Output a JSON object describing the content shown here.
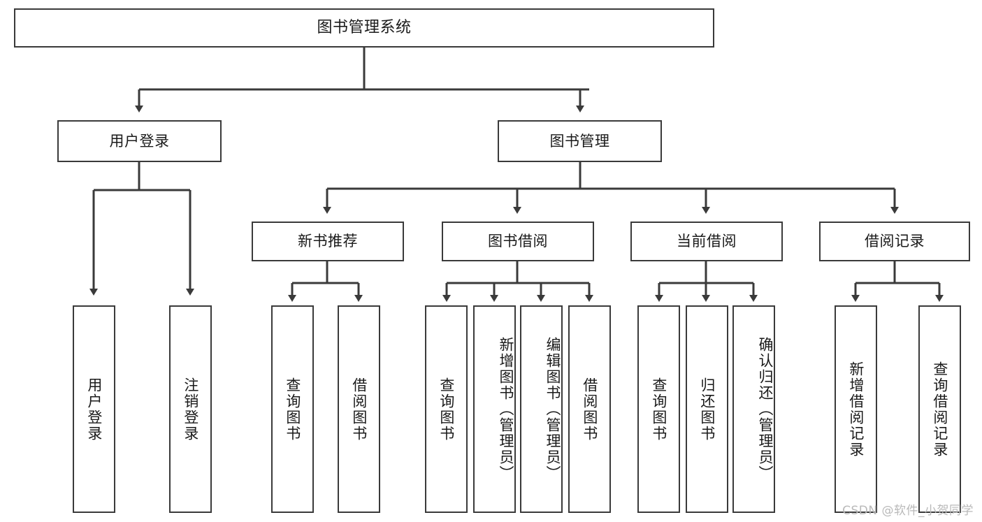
{
  "diagram": {
    "type": "tree",
    "title": "图书管理系统",
    "orientation": "top-down",
    "colors": {
      "box_border": "#3a3a3a",
      "box_fill": "#ffffff",
      "edge": "#3a3a3a",
      "text": "#1a1a1a",
      "watermark": "#b9b9b9"
    }
  },
  "root": {
    "label": "图书管理系统"
  },
  "level2": [
    {
      "id": "user-login",
      "label": "用户登录"
    },
    {
      "id": "book-management",
      "label": "图书管理"
    }
  ],
  "level3": [
    {
      "id": "new-book-recommend",
      "label": "新书推荐"
    },
    {
      "id": "book-borrow",
      "label": "图书借阅"
    },
    {
      "id": "current-borrow",
      "label": "当前借阅"
    },
    {
      "id": "borrow-record",
      "label": "借阅记录"
    }
  ],
  "leaves": {
    "user_login": [
      {
        "id": "leaf-user-login",
        "label": "用户登录"
      },
      {
        "id": "leaf-logout-login",
        "label": "注销登录"
      }
    ],
    "new_book_recommend": [
      {
        "id": "leaf-query-book-1",
        "label": "查询图书"
      },
      {
        "id": "leaf-borrow-book-1",
        "label": "借阅图书"
      }
    ],
    "book_borrow": [
      {
        "id": "leaf-query-book-2",
        "label": "查询图书"
      },
      {
        "id": "leaf-add-book",
        "label": "新增图书（管理员）"
      },
      {
        "id": "leaf-edit-book",
        "label": "编辑图书（管理员）"
      },
      {
        "id": "leaf-borrow-book-2",
        "label": "借阅图书"
      }
    ],
    "current_borrow": [
      {
        "id": "leaf-query-book-3",
        "label": "查询图书"
      },
      {
        "id": "leaf-return-book",
        "label": "归还图书"
      },
      {
        "id": "leaf-confirm-return",
        "label": "确认归还（管理员）"
      }
    ],
    "borrow_record": [
      {
        "id": "leaf-add-record",
        "label": "新增借阅记录"
      },
      {
        "id": "leaf-query-record",
        "label": "查询借阅记录"
      }
    ]
  },
  "watermark": {
    "text": "CSDN @软件_小贺同学"
  }
}
